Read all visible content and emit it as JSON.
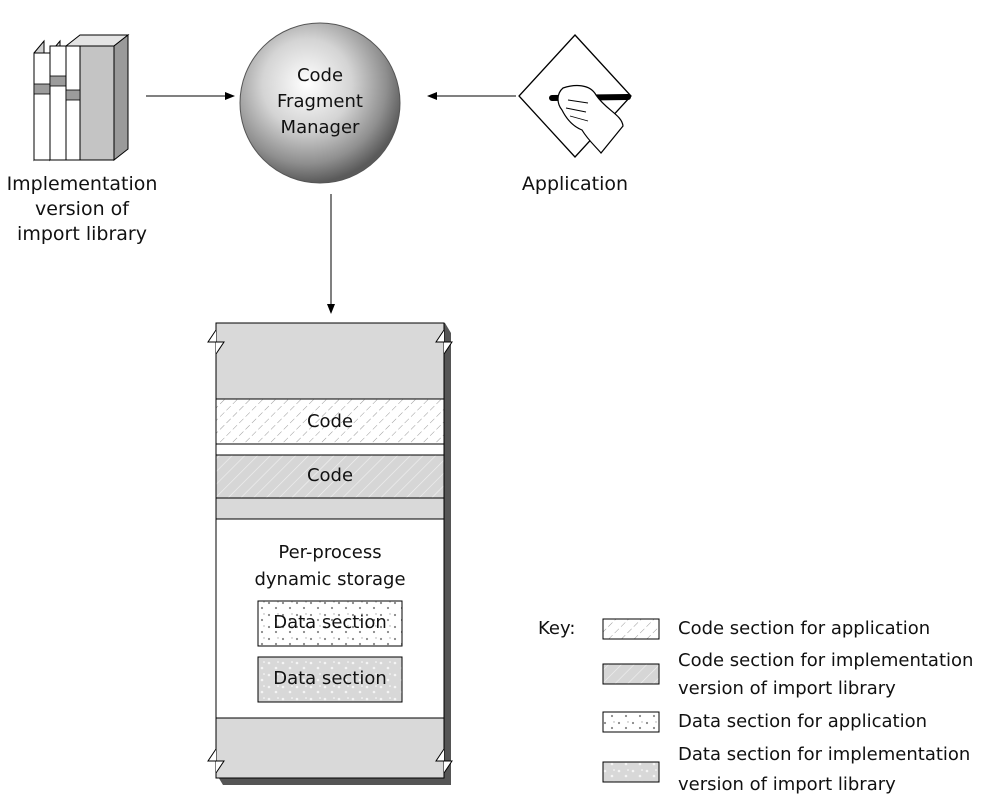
{
  "manager": {
    "line1": "Code",
    "line2": "Fragment",
    "line3": "Manager"
  },
  "library": {
    "line1": "Implementation",
    "line2": "version of",
    "line3": "import library"
  },
  "application": {
    "label": "Application"
  },
  "memory": {
    "code_app": "Code",
    "code_lib": "Code",
    "storage_line1": "Per-process",
    "storage_line2": "dynamic storage",
    "data_app": "Data section",
    "data_lib": "Data section"
  },
  "key": {
    "title": "Key:",
    "code_app": "Code section for application",
    "code_lib_line1": "Code section for implementation",
    "code_lib_line2": "version of import library",
    "data_app": "Data section for application",
    "data_lib_line1": "Data section for implementation",
    "data_lib_line2": "version of import library"
  }
}
